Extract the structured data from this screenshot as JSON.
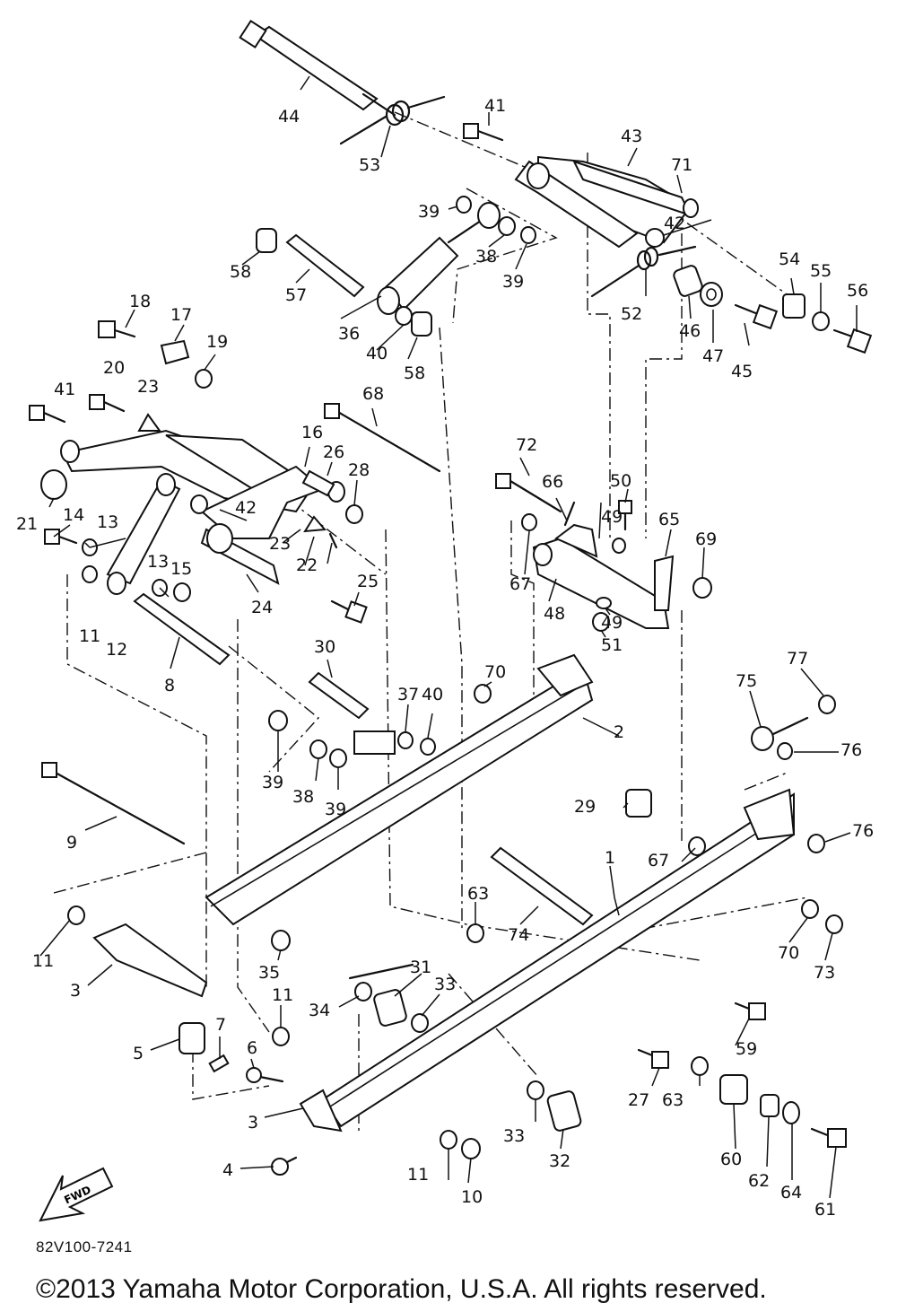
{
  "drawing_code": "82V100-7241",
  "copyright": "©2013 Yamaha Motor Corporation, U.S.A. All rights reserved.",
  "fwd_label": "FWD",
  "part_numbers": [
    "1",
    "2",
    "3",
    "3",
    "4",
    "5",
    "6",
    "7",
    "8",
    "9",
    "10",
    "11",
    "11",
    "11",
    "11",
    "11",
    "12",
    "13",
    "13",
    "14",
    "15",
    "16",
    "17",
    "18",
    "19",
    "20",
    "21",
    "22",
    "23",
    "23",
    "24",
    "25",
    "26",
    "27",
    "28",
    "29",
    "30",
    "31",
    "32",
    "33",
    "33",
    "34",
    "35",
    "36",
    "37",
    "38",
    "38",
    "39",
    "39",
    "39",
    "39",
    "40",
    "40",
    "41",
    "41",
    "42",
    "42",
    "43",
    "44",
    "45",
    "46",
    "47",
    "48",
    "49",
    "49",
    "50",
    "51",
    "52",
    "53",
    "54",
    "55",
    "56",
    "57",
    "58",
    "58",
    "59",
    "60",
    "61",
    "62",
    "63",
    "63",
    "63",
    "64",
    "65",
    "66",
    "67",
    "67",
    "68",
    "69",
    "70",
    "70",
    "71",
    "72",
    "73",
    "74",
    "75",
    "76",
    "76",
    "77"
  ]
}
